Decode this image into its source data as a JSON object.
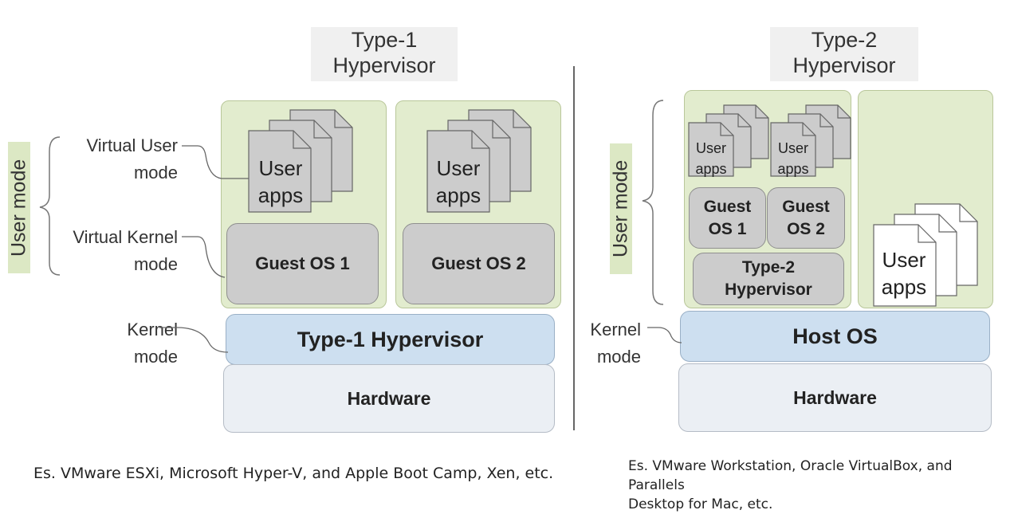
{
  "left": {
    "title": "Type-1\nHypervisor",
    "user_mode_label": "User mode",
    "virtual_user_mode": "Virtual User\nmode",
    "virtual_kernel_mode": "Virtual Kernel\nmode",
    "kernel_mode": "Kernel\nmode",
    "vm1_apps": "User\napps",
    "vm2_apps": "User\napps",
    "guest_os_1": "Guest OS 1",
    "guest_os_2": "Guest OS 2",
    "hypervisor": "Type-1 Hypervisor",
    "hardware": "Hardware",
    "caption": "Es. VMware ESXi, Microsoft Hyper-V, and Apple Boot Camp, Xen, etc."
  },
  "right": {
    "title": "Type-2\nHypervisor",
    "user_mode_label": "User mode",
    "kernel_mode": "Kernel\nmode",
    "vm1_apps": "User\napps",
    "vm2_apps": "User\napps",
    "guest_os_1": "Guest\nOS 1",
    "guest_os_2": "Guest\nOS 2",
    "hypervisor": "Type-2\nHypervisor",
    "host_apps": "User\napps",
    "host_os": "Host OS",
    "hardware": "Hardware",
    "caption": "Es. VMware Workstation, Oracle VirtualBox, and Parallels\nDesktop for Mac, etc."
  },
  "colors": {
    "user_space_green": "#e2ecce",
    "guest_grey": "#cccccc",
    "hypervisor_blue": "#cddff0",
    "hardware_light": "#ebeff4"
  }
}
